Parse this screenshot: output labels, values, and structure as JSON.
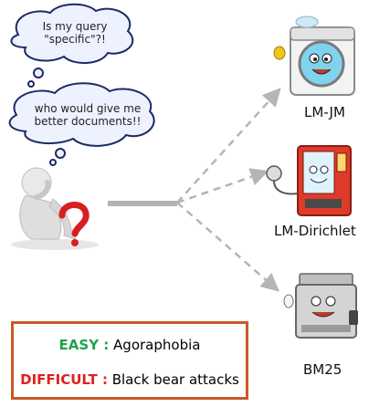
{
  "bubbles": {
    "top": [
      "Is my query",
      "\"specific\"?!"
    ],
    "middle": [
      "who would give me",
      "better documents!!"
    ]
  },
  "models": {
    "jm": "LM-JM",
    "dirichlet": "LM-Dirichlet",
    "bm25": "BM25"
  },
  "examples": {
    "easy_tag": "EASY :",
    "easy_value": " Agoraphobia",
    "difficult_tag": "DIFFICULT :",
    "difficult_value": " Black bear attacks"
  },
  "colors": {
    "easy": "#1fa34a",
    "difficult": "#e02020",
    "box_border": "#c8592a",
    "arrow": "#b5b5b5",
    "bubble_fill": "#eef2ff",
    "bubble_stroke": "#1c2a66"
  },
  "icons": [
    "thinking-person-icon",
    "question-mark-icon",
    "washing-machine-icon",
    "vending-machine-icon",
    "photocopier-icon"
  ]
}
